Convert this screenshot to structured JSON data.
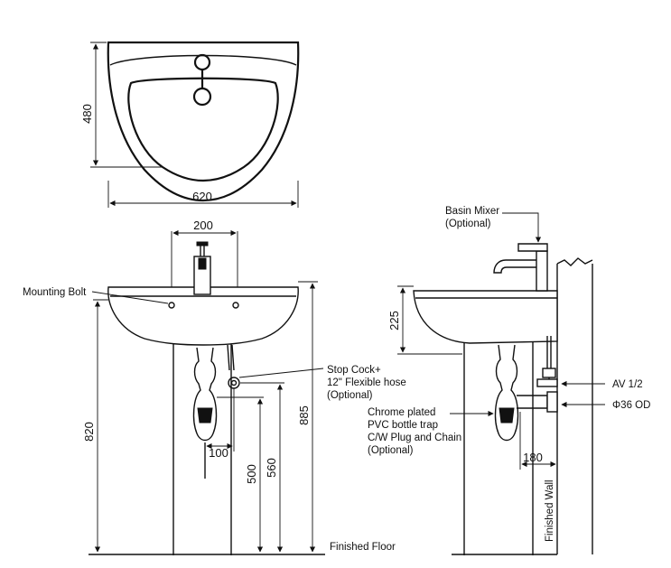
{
  "top_view": {
    "depth": "480",
    "width": "620"
  },
  "front_view": {
    "tap_spacing": "200",
    "mounting_bolt": "Mounting Bolt",
    "stop_cock_lines": [
      "Stop Cock+",
      "12\" Flexible hose",
      "(Optional)"
    ],
    "trap_offset": "100",
    "height_820": "820",
    "height_885": "885",
    "height_500": "500",
    "height_560": "560",
    "finished_floor": "Finished Floor"
  },
  "side_view": {
    "basin_mixer_lines": [
      "Basin Mixer",
      "(Optional)"
    ],
    "height_225": "225",
    "av": "AV 1/2",
    "od": "Φ36 OD",
    "trap_lines": [
      "Chrome plated",
      "PVC bottle trap",
      "C/W Plug and Chain",
      "(Optional)"
    ],
    "wall_offset": "180",
    "finished_wall": "Finished Wall"
  }
}
